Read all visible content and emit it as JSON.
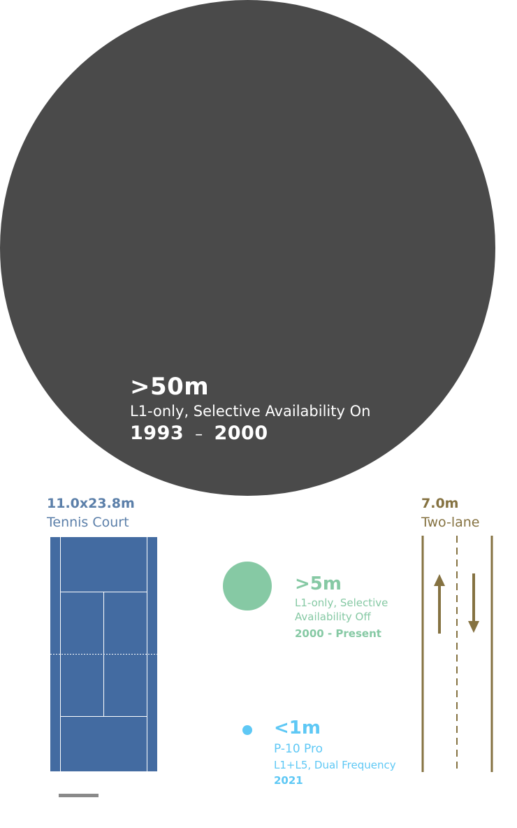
{
  "colors": {
    "gps_legacy": "#4a4a4a",
    "gps_modern": "#86c9a4",
    "p10": "#5ec8f5",
    "tennis": "#5b7fa9",
    "tennis_court": "#436ba1",
    "road": "#857241",
    "scale_bar": "#8a8a8a"
  },
  "circles": [
    {
      "value": ">50m",
      "description": "L1-only, Selective Availability On",
      "years_start": "1993",
      "years_sep": "–",
      "years_end": "2000"
    },
    {
      "value": ">5m",
      "description_line1": "L1-only, Selective",
      "description_line2": "Availability Off",
      "years": "2000 - Present"
    },
    {
      "value": "<1m",
      "product": "P-10 Pro",
      "description": "L1+L5, Dual Frequency",
      "year": "2021"
    }
  ],
  "tennis_court": {
    "dimensions": "11.0x23.8m",
    "label": "Tennis Court"
  },
  "road": {
    "width": "7.0m",
    "label": "Two-lane",
    "icons": [
      "arrow-up-icon",
      "arrow-down-icon"
    ]
  }
}
